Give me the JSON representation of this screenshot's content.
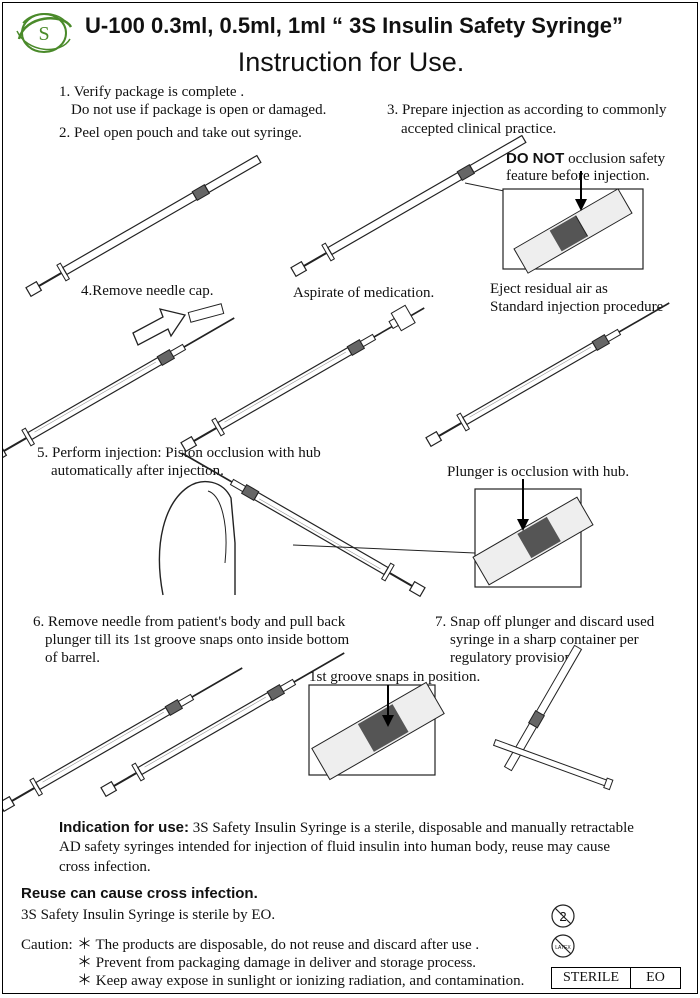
{
  "header": {
    "logo_letter": "S",
    "title_line1": "U-100 0.3ml, 0.5ml, 1ml “    3S Insulin Safety Syringe”",
    "title_line2": "Instruction for Use."
  },
  "steps": {
    "s1_line1": "1. Verify package is complete .",
    "s1_line2": "Do not use if package is open or damaged.",
    "s2": "2. Peel open pouch and take out syringe.",
    "s3_line1": "3. Prepare injection as according to commonly",
    "s3_line2": "accepted clinical practice.",
    "do_not_bold": "DO NOT",
    "do_not_rest": " occlusion safety",
    "do_not_line2": "feature before injection.",
    "s4": "4.Remove needle cap.",
    "aspirate": "Aspirate of medication.",
    "eject_line1": "Eject residual air as",
    "eject_line2": "Standard injection procedure",
    "s5_line1": "5. Perform injection: Piston occlusion with hub",
    "s5_line2": "automatically after injection.",
    "plunger_hub": "Plunger is occlusion with hub.",
    "s6_line1": "6. Remove needle from patient's body and pull back",
    "s6_line2": "plunger till its 1st groove snaps onto inside bottom",
    "s6_line3": "of barrel.",
    "groove": "1st groove snaps in position.",
    "s7_line1": "7. Snap off plunger and discard used",
    "s7_line2": "syringe in a sharp container per",
    "s7_line3": "regulatory provision."
  },
  "indication": {
    "label": "Indication for use:",
    "line1": " 3S Safety Insulin Syringe is a sterile, disposable and manually retractable",
    "line2": "AD safety syringes intended for injection of fluid insulin into human body,  reuse may cause",
    "line3": "cross infection."
  },
  "footer": {
    "reuse_heading": "Reuse can cause cross infection.",
    "sterile_by": "3S Safety Insulin Syringe is sterile by EO.",
    "caution_label": "Caution:",
    "caution_1": "＊ The products are disposable, do not reuse and discard after use .",
    "caution_2": "＊ Prevent from packaging damage in deliver and storage process.",
    "caution_3": "＊ Keep away expose in sunlight or ionizing radiation, and contamination.",
    "sterile_label": "STERILE",
    "sterile_method": "EO",
    "single_use_digit": "2",
    "latex_label": "LATEX"
  }
}
